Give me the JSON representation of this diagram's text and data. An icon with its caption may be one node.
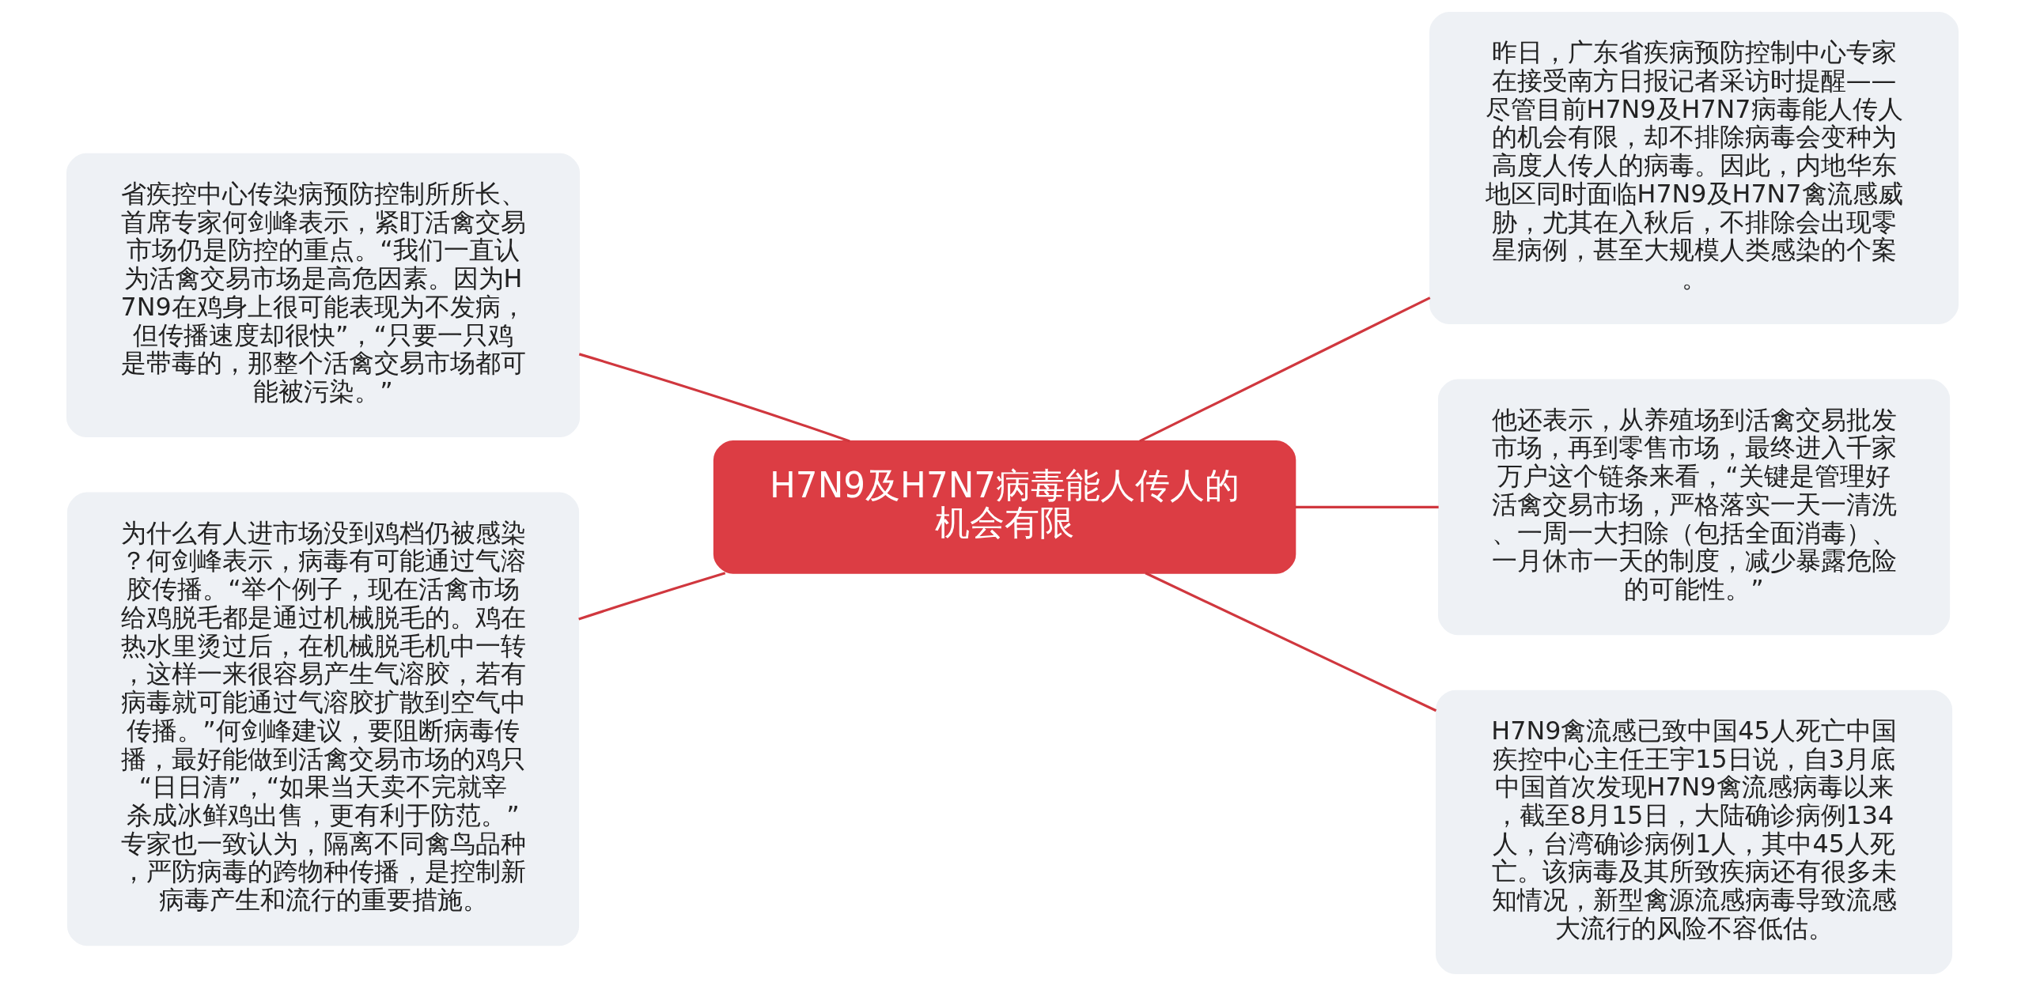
{
  "diagram": {
    "nodes": [
      {
        "text": [
          "H7N9及H7N7病毒能人传人的机会有限"
        ]
      },
      {
        "text": [
          "省疾控中心传染病预防控制所所长、首席专家何剑峰表示，紧盯活禽交易市场仍是防控的重点。“我们一直认为活禽交易市场是高危因素。因为H7N9在鸡身上很可能表现为不发病，但传播速度却很快”，“只要一只鸡是带毒的，那整个活禽交易市场都可能被污染。”"
        ]
      },
      {
        "text": [
          "为什么有人进市场没到鸡档仍被感染？何剑峰表示，病毒有可能通过气溶胶传播。“举个例子，现在活禽市场给鸡脱毛都是通过机械脱毛的。鸡在热水里烫过后，在机械脱毛机中一转，这样一来很容易产生气溶胶，若有病毒就可能通过气溶胶扩散到空气中传播。”何剑峰建议，要阻断病毒传播，最好能做到活禽交易市场的鸡只“日日清”，“如果当天卖不完就宰杀成冰鲜鸡出售，更有利于防范。”专家也一致认为，隔离不同禽鸟品种，严防病毒的跨物种传播，是控制新病毒产生和流行的重要措施。"
        ]
      },
      {
        "text": [
          "昨日，广东省疾病预防控制中心专家在接受南方日报记者采访时提醒——尽管目前H7N9及H7N7病毒能人传人的机会有限，却不排除病毒会变种为高度人传人的病毒。因此，内地华东地区同时面临H7N9及H7N7禽流感威胁，尤其在入秋后，不排除会出现零星病例，甚至大规模人类感染的个案。"
        ]
      },
      {
        "text": [
          "他还表示，从养殖场到活禽交易批发市场，再到零售市场，最终进入千家万户这个链条来看，“关键是管理好活禽交易市场，严格落实一天一清洗、一周一大扫除（包括全面消毒）、一月休市一天的制度，减少暴露危险的可能性。”"
        ]
      },
      {
        "text": [
          "H7N9禽流感已致中国45人死亡中国疾控中心主任王宇15日说，自3月底中国首次发现H7N9禽流感病毒以来，截至8月15日，大陆确诊病例134人，台湾确诊病例1人，其中45人死亡。该病毒及其所致疾病还有很多未知情况，新型禽源流感病毒导致流感大流行的风险不容低估。"
        ]
      }
    ],
    "edges": [
      {
        "from": 0,
        "to": 1,
        "arrow": "none"
      },
      {
        "from": 0,
        "to": 2,
        "arrow": "none"
      },
      {
        "from": 0,
        "to": 3,
        "arrow": "none"
      },
      {
        "from": 0,
        "to": 4,
        "arrow": "none"
      },
      {
        "from": 0,
        "to": 5,
        "arrow": "none"
      }
    ]
  }
}
